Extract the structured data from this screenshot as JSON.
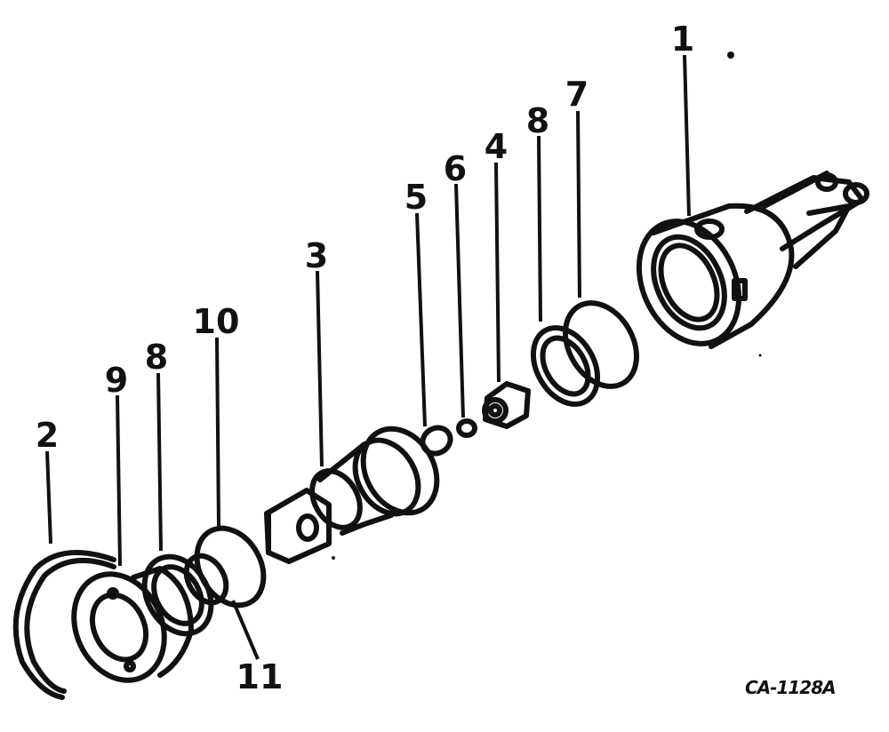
{
  "callouts": [
    {
      "id": "c1",
      "label": "1"
    },
    {
      "id": "c2",
      "label": "2"
    },
    {
      "id": "c3",
      "label": "3"
    },
    {
      "id": "c4",
      "label": "4"
    },
    {
      "id": "c5",
      "label": "5"
    },
    {
      "id": "c6",
      "label": "6"
    },
    {
      "id": "c7",
      "label": "7"
    },
    {
      "id": "c8a",
      "label": "8"
    },
    {
      "id": "c8b",
      "label": "8"
    },
    {
      "id": "c9",
      "label": "9"
    },
    {
      "id": "c10",
      "label": "10"
    },
    {
      "id": "c11",
      "label": "11"
    }
  ],
  "drawing_code": "CA-1128A"
}
